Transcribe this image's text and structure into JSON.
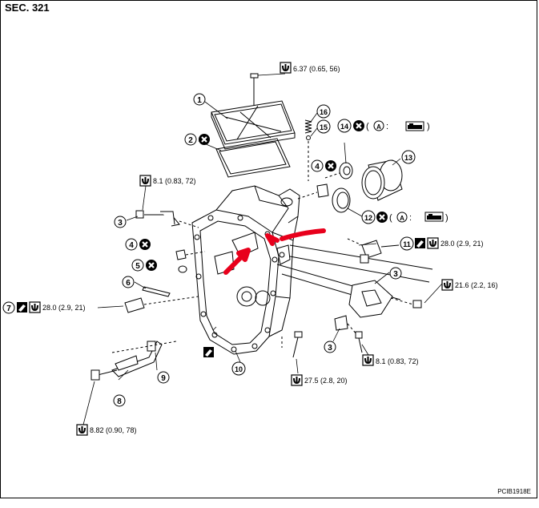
{
  "header": {
    "section": "SEC. 321"
  },
  "figure_code": "PCIB1918E",
  "callouts": {
    "c1": "1",
    "c2": "2",
    "c3": "3",
    "c4": "4",
    "c5": "5",
    "c6": "6",
    "c7": "7",
    "c8": "8",
    "c9": "9",
    "c10": "10",
    "c11": "11",
    "c12": "12",
    "c13": "13",
    "c14": "14",
    "c15": "15",
    "c16": "16",
    "mark_a": "A"
  },
  "torques": {
    "t_top": "6.37 (0.65, 56)",
    "t_left_bolt": "8.1 (0.83, 72)",
    "t_switch_11": "28.0 (2.9, 21)",
    "t_right_bolt": "21.6 (2.2, 16)",
    "t_plug_7": "28.0 (2.9, 21)",
    "t_bracket_bolt": "8.1 (0.83, 72)",
    "t_bottom_bolt": "27.5 (2.8, 20)",
    "t_pivot_bolt": "8.82 (0.90, 78)"
  },
  "colors": {
    "line": "#000000",
    "highlight_arrow": "#e8001c"
  },
  "icons": [
    "torque-wrench-icon",
    "discard-x-icon",
    "sealant-icon",
    "grease-icon"
  ]
}
